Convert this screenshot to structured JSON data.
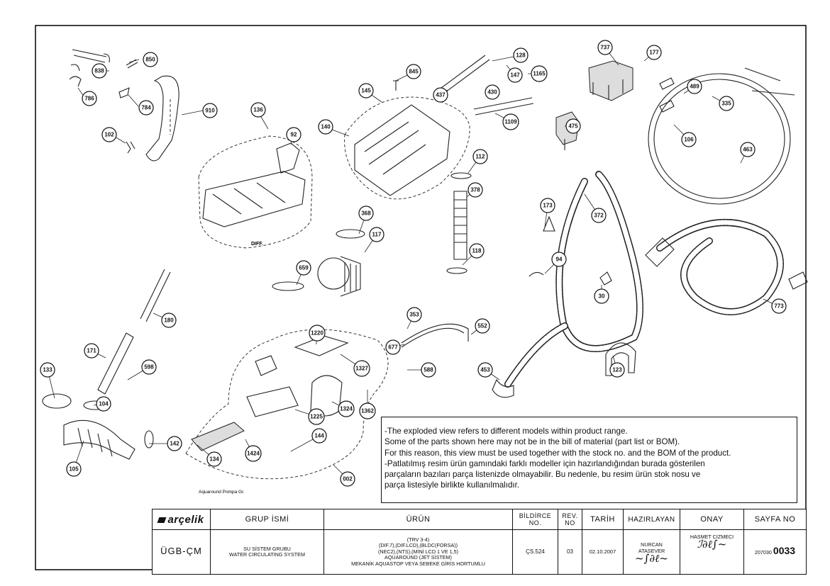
{
  "diagram": {
    "callouts": [
      "838",
      "850",
      "786",
      "784",
      "910",
      "102",
      "136",
      "92",
      "140",
      "145",
      "845",
      "128",
      "147",
      "1165",
      "437",
      "430",
      "1109",
      "737",
      "177",
      "489",
      "335",
      "106",
      "463",
      "475",
      "112",
      "378",
      "118",
      "117",
      "368",
      "659",
      "173",
      "94",
      "30",
      "372",
      "773",
      "180",
      "171",
      "598",
      "104",
      "133",
      "105",
      "142",
      "134",
      "1424",
      "1225",
      "144",
      "1324",
      "1362",
      "1327",
      "1220",
      "002",
      "353",
      "552",
      "677",
      "588",
      "453",
      "123"
    ],
    "labels": {
      "diff": "DIFF.",
      "aquaround_pump": "Aquaround Pompa Gr."
    }
  },
  "notes": {
    "en_line1": "-The exploded view refers to different models within product range.",
    "en_line2": "Some of the parts shown here may not be in the bill of material (part list or BOM).",
    "en_line3": "For this reason, this view must be used together with the stock no. and the BOM of the product.",
    "tr_line1": "-Patlatılmış resim ürün gamındaki farklı modeller için hazırlandığından burada gösterilen",
    "tr_line2": "parçaların bazıları parça listenizde olmayabilir. Bu nedenle, bu resim ürün stok nosu ve",
    "tr_line3": "parça listesiyle birlikte kullanılmalıdır."
  },
  "title_block": {
    "brand": "arçelik",
    "headers": {
      "group": "GRUP İSMİ",
      "product": "ÜRÜN",
      "bom_no": "BİLDİRCE NO.",
      "rev_no": "REV. NO",
      "date": "TARİH",
      "prepared": "HAZIRLAYAN",
      "approved": "ONAY",
      "page_no": "SAYFA NO"
    },
    "values": {
      "group_code": "ÜGB-ÇM",
      "group_name_tr": "SU SİSTEM GRUBU",
      "group_name_en": "WATER CIRCULATING SYSTEM",
      "product_line1": "(TRV 3-4)",
      "product_line2": "(DIF.7),(DIF.LCD),(BLDC(FORSA))",
      "product_line3": "(NEC2),(NTS),(MİNİ LCD 1 VE 1,5)",
      "product_line4": "AQUAROUND (JET SİSTEM)",
      "product_line5": "MEKANİK AQUASTOP VEYA SEBEKE GİRİS HORTUMLU",
      "bom_no": "ÇS.524",
      "rev_no": "03",
      "date": "02.10.2007",
      "prepared_name": "NURCAN ATASEVER",
      "approved_name": "HASMET CIZMECI",
      "page_prefix": "207030",
      "page_number": "0033"
    }
  }
}
